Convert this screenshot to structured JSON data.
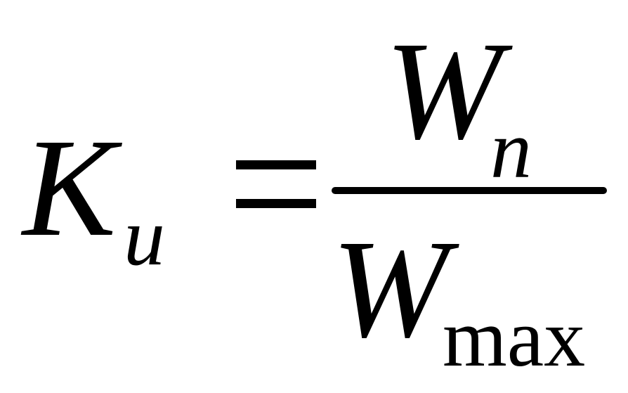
{
  "formula": {
    "lhs_symbol": "K",
    "lhs_subscript": "u",
    "numerator_symbol": "W",
    "numerator_subscript": "n",
    "denominator_symbol": "W",
    "denominator_subscript": "max"
  },
  "colors": {
    "ink": "#000000",
    "background": "#ffffff"
  }
}
